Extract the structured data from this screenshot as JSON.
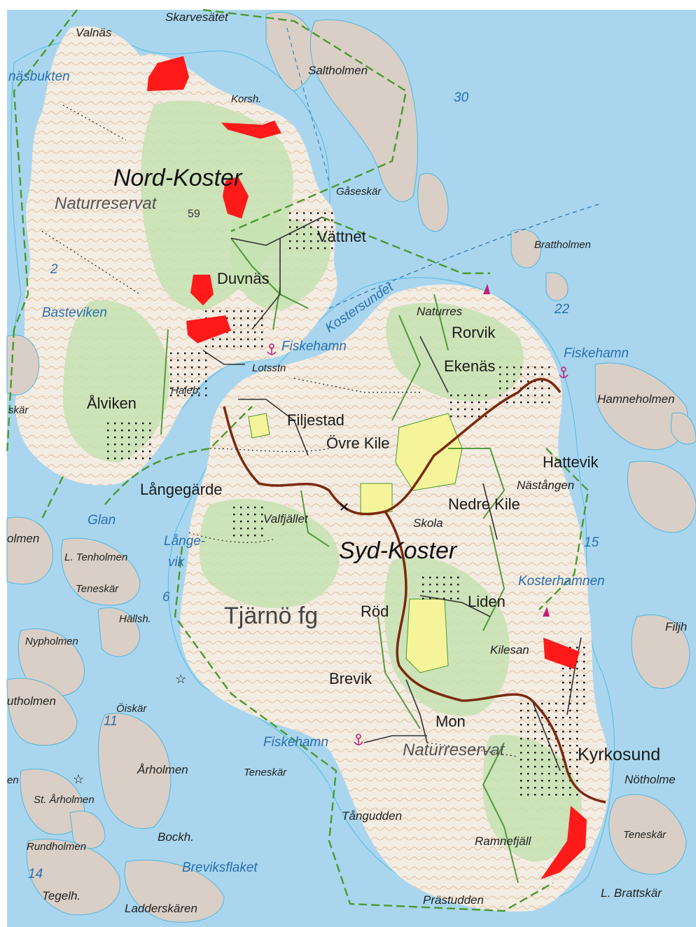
{
  "colors": {
    "water": "#a9d6ee",
    "land": "#f3ece2",
    "forest": "#c6e2b2",
    "field": "#f6f49a",
    "rock": "#d9cfc6",
    "contour": "#d08a55",
    "road": "#7a2a10",
    "boundary": "#4a9a2e",
    "marker": "#ff1a1a",
    "frame": "#ffffff"
  },
  "labels": {
    "nord_koster": "Nord-Koster",
    "syd_koster": "Syd-Koster",
    "tjarno": "Tjärnö fg",
    "naturreservat_n": "Naturreservat",
    "naturreservat_s": "Naturreservat",
    "naturres": "Naturres",
    "skarvesatet": "Skarvesätet",
    "valnas": "Valnäs",
    "nasbukten": "näsbukten",
    "saltholmen": "Saltholmen",
    "korsh": "Korsh.",
    "gaseskar": "Gåseskär",
    "vattnet": "Vättnet",
    "duvnas": "Duvnäs",
    "brattholmen": "Brattholmen",
    "basteviken": "Basteviken",
    "kostersundet": "Kostersundet",
    "fiskehamn_1": "Fiskehamn",
    "fiskehamn_2": "Fiskehamn",
    "fiskehamn_3": "Fiskehamn",
    "lotsstn": "Lotsstn",
    "haleb": "Haleb.",
    "alviken": "Ålviken",
    "skar": "skär",
    "filjestad": "Filjestad",
    "ovre_kile": "Övre Kile",
    "rorvik": "Rorvik",
    "ekenas": "Ekenäs",
    "hamneholmen": "Hamneholmen",
    "hattevik": "Hattevik",
    "nastangen": "Nästången",
    "nedre_kile": "Nedre Kile",
    "skola": "Skola",
    "langegarde": "Långegärde",
    "valfjallet": "Valfjället",
    "glan": "Glan",
    "langevik_a": "Långe-",
    "langevik_b": "vik",
    "olmen": "olmen",
    "l_tenholmen": "L. Tenholmen",
    "teneskar_1": "Teneskär",
    "teneskar_2": "Teneskär",
    "teneskar_3": "Teneskär",
    "hallsh": "Hällsh.",
    "nypholmen": "Nypholmen",
    "utholmen": "utholmen",
    "oiskar": "Öiskär",
    "arholmen": "Årholmen",
    "st_arholmen": "St. Årholmen",
    "bockh": "Bockh.",
    "rundholmen": "Rundholmen",
    "en": "en",
    "tegelh": "Tegelh.",
    "ladderskaren": "Ladderskären",
    "breviksflaket": "Breviksflaket",
    "tangudden": "Tångudden",
    "ramnefjall": "Ramnefjäll",
    "prastudden": "Prästudden",
    "l_brattskar": "L. Brattskär",
    "kyrkosund": "Kyrkosund",
    "notholmen": "Nötholme",
    "kilesand": "Kilesan",
    "liden": "Liden",
    "rod": "Röd",
    "brevik": "Brevik",
    "mon": "Mon",
    "kosterhamnen": "Kosterhamnen",
    "filjh": "Filjh",
    "hill_59": "59",
    "depth_30": "30",
    "depth_22": "22",
    "depth_15": "15",
    "depth_11": "11",
    "depth_14": "14",
    "depth_2": "2",
    "depth_6": "6"
  }
}
